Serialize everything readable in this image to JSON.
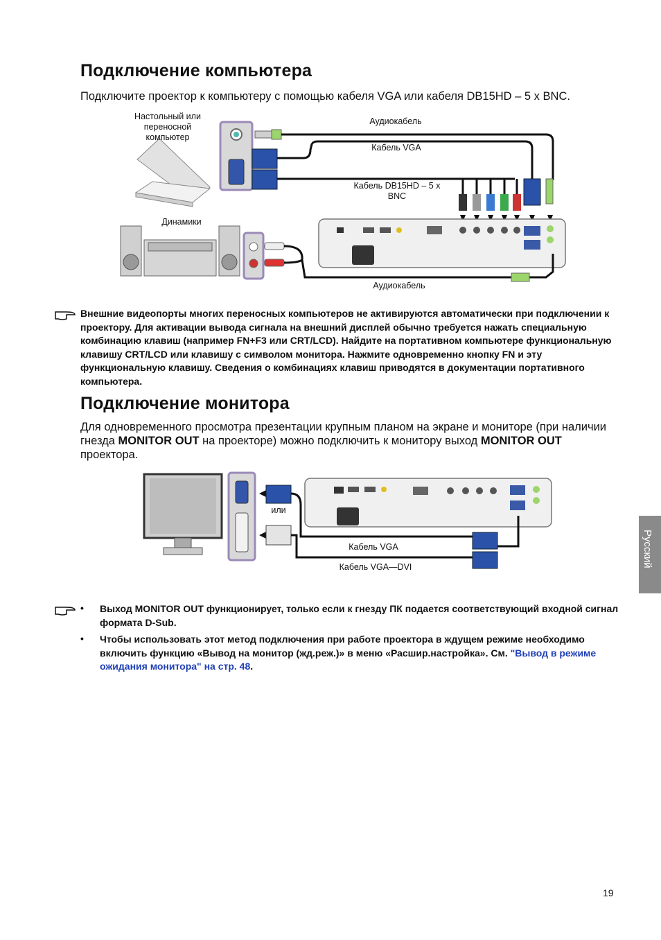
{
  "section1": {
    "title": "Подключение компьютера",
    "intro": "Подключите проектор к компьютеру с помощью кабеля VGA или кабеля DB15HD – 5 x BNC.",
    "diagram": {
      "computer_label_lines": [
        "Настольный или",
        "переносной",
        "компьютер"
      ],
      "audio_cable_top": "Аудиокабель",
      "vga_cable": "Кабель VGA",
      "db15_cable_lines": [
        "Кабель DB15HD – 5 x",
        "BNC"
      ],
      "speakers": "Динамики",
      "audio_cable_bottom": "Аудиокабель"
    },
    "note": "Внешние видеопорты многих переносных компьютеров не активируются автоматически при подключении к проектору. Для активации вывода сигнала на внешний дисплей обычно требуется нажать специальную комбинацию клавиш (например FN+F3 или CRT/LCD). Найдите на портативном компьютере функциональную клавишу CRT/LCD или клавишу с символом монитора. Нажмите одновременно кнопку FN и эту функциональную клавишу. Сведения о комбинациях клавиш приводятся в документации портативного компьютера."
  },
  "section2": {
    "title": "Подключение монитора",
    "intro_part1": "Для одновременного просмотра презентации крупным планом на экране и мониторе (при наличии гнезда ",
    "intro_bold1": "MONITOR OUT",
    "intro_part2": " на проекторе) можно подключить к монитору выход ",
    "intro_bold2": "MONITOR OUT",
    "intro_part3": " проектора.",
    "diagram": {
      "or_label": "или",
      "vga_cable": "Кабель VGA",
      "vga_dvi_cable": "Кабель VGA—DVI"
    },
    "bullets": [
      {
        "marker": "•",
        "text": "Выход MONITOR OUT функционирует, только если к гнезду ПК подается соответствующий входной сигнал формата D-Sub."
      },
      {
        "marker": "•",
        "text_before": "Чтобы использовать этот метод подключения при работе проектора в ждущем режиме необходимо включить функцию «Вывод на монитор (жд.реж.)» в меню «Расшир.настройка». См. ",
        "link": "\"Вывод в режиме ожидания монитора\" на стр. 48",
        "text_after": "."
      }
    ]
  },
  "language_tab": "Русский",
  "page_number": "19",
  "colors": {
    "link": "#1f3fb4",
    "tab": "#8a8a8a",
    "port_panel": "#9a8ab8",
    "connector_blue": "#2a52a8"
  }
}
